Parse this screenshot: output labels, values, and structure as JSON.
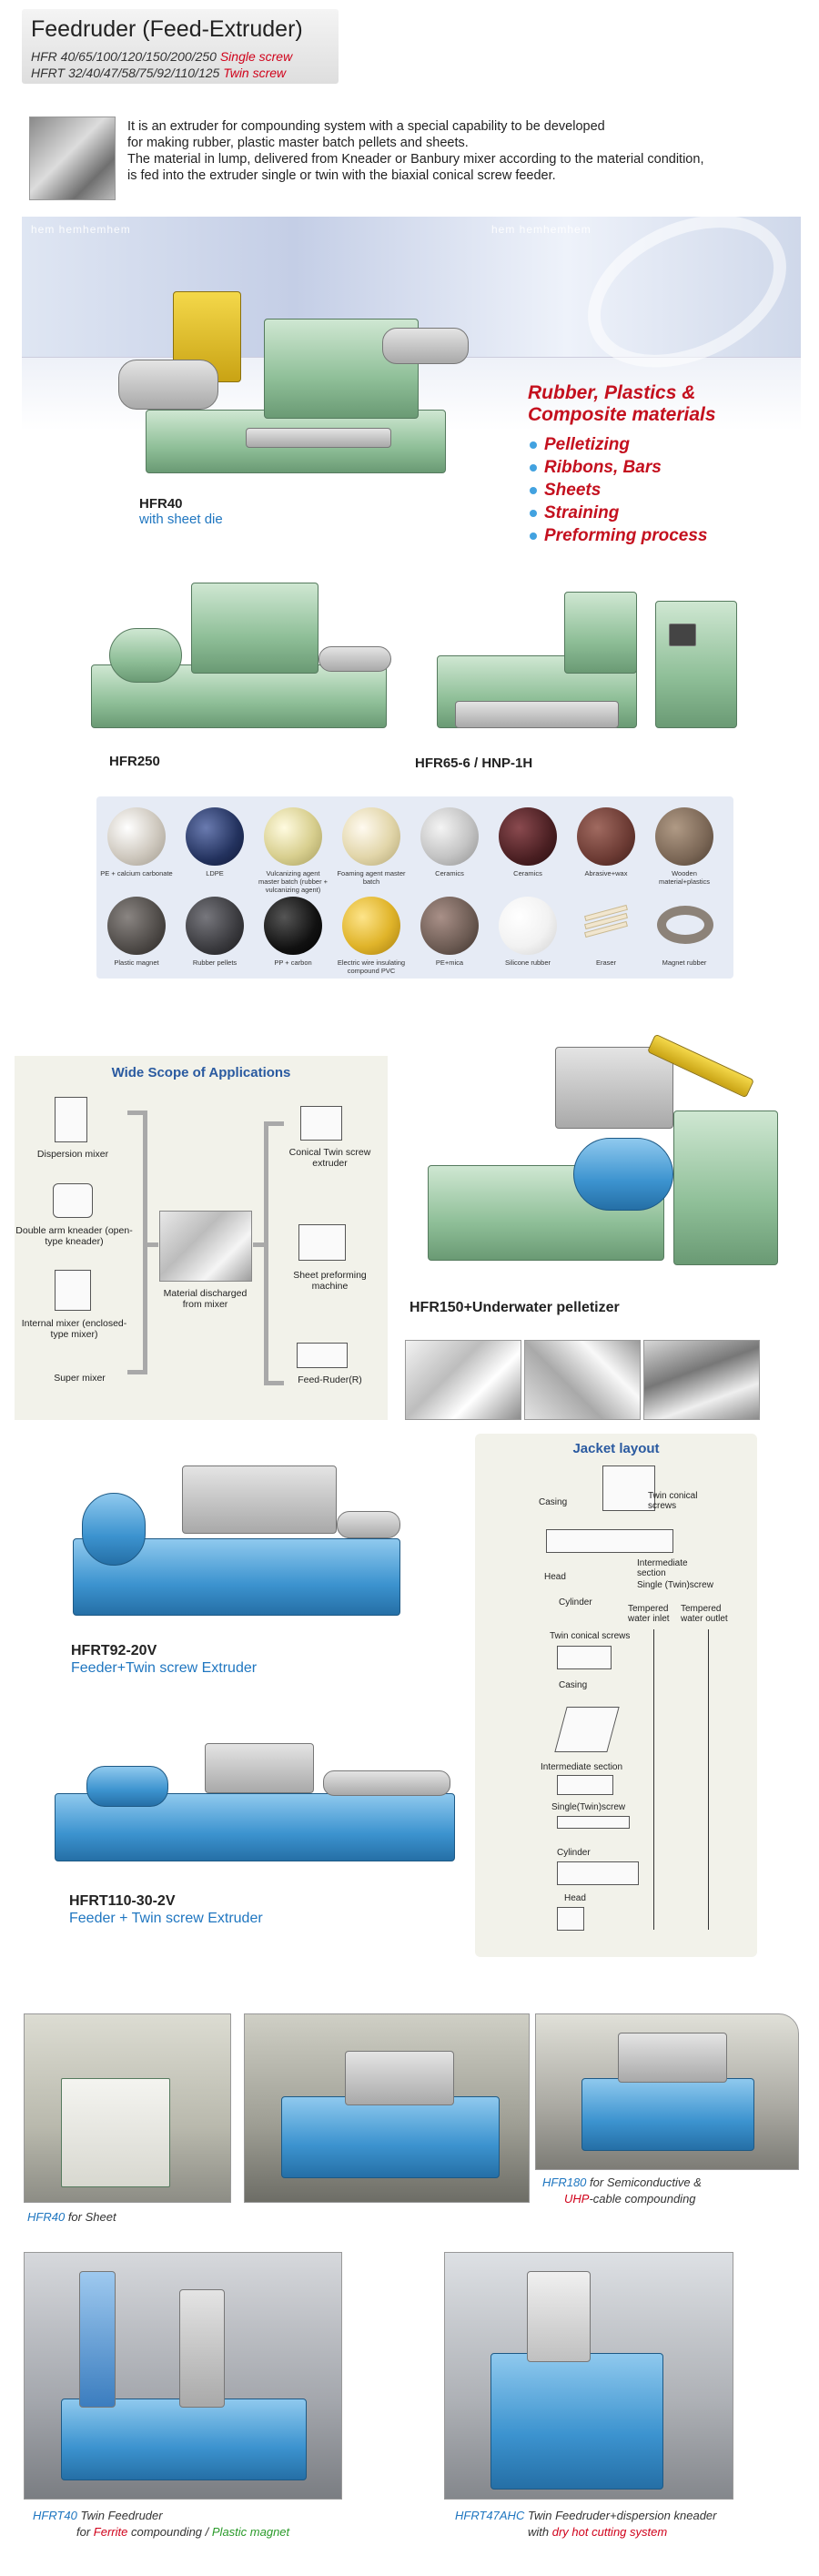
{
  "header": {
    "title": "Feedruder (Feed-Extruder)",
    "single_models": "HFR 40/65/100/120/150/200/250",
    "single_label": "Single screw",
    "twin_models": "HFRT 32/40/47/58/75/92/110/125",
    "twin_label": "Twin screw"
  },
  "intro": {
    "line1": "It is an extruder for compounding system with a special capability to be developed",
    "line2": "for making rubber, plastic master batch pellets and sheets.",
    "line3": "The material in lump, delivered from Kneader or Banbury mixer according to the material condition,",
    "line4": "is fed into the extruder single or twin with the biaxial conical screw feeder."
  },
  "banner": {
    "deco_text": "hem hemhemhem"
  },
  "hero": {
    "machine1_name": "HFR40",
    "machine1_note": "with sheet die",
    "caption_line1": "Rubber, Plastics &",
    "caption_line2": "Composite materials",
    "applications": [
      "Pelletizing",
      "Ribbons, Bars",
      "Sheets",
      "Straining",
      "Preforming process"
    ],
    "machine2_name": "HFR250",
    "machine3_name": "HFR65-6 / HNP-1H"
  },
  "materials": [
    {
      "label": "PE + calcium carbonate",
      "color": "#cfc9bf"
    },
    {
      "label": "LDPE",
      "color": "#23325e"
    },
    {
      "label": "Vulcanizing agent master batch (rubber + vulcanizing agent)",
      "color": "#d8cf8f"
    },
    {
      "label": "Foaming agent master batch",
      "color": "#e2d6aa"
    },
    {
      "label": "Ceramics",
      "color": "#c4c4c4"
    },
    {
      "label": "Ceramics",
      "color": "#4a1f22"
    },
    {
      "label": "Abrasive+wax",
      "color": "#6b3a33"
    },
    {
      "label": "Wooden material+plastics",
      "color": "#7a6655"
    },
    {
      "label": "Plastic magnet",
      "color": "#4e4a47"
    },
    {
      "label": "Rubber pellets",
      "color": "#3a3a3e"
    },
    {
      "label": "PP + carbon",
      "color": "#111111"
    },
    {
      "label": "Electric wire insulating compound PVC",
      "color": "#e0b42a"
    },
    {
      "label": "PE+mica",
      "color": "#6b5a52"
    },
    {
      "label": "Silicone rubber",
      "color": "#f2f2f2"
    },
    {
      "label": "Eraser",
      "color": "#f1e6cf"
    },
    {
      "label": "Magnet rubber",
      "color": "#8c8278"
    }
  ],
  "scope": {
    "title": "Wide Scope of Applications",
    "left_items": [
      "Dispersion mixer",
      "Double arm kneader (open-type kneader)",
      "Internal mixer (enclosed-type mixer)",
      "Super mixer"
    ],
    "center_label": "Material discharged from mixer",
    "right_items": [
      "Conical Twin screw extruder",
      "Sheet preforming machine",
      "Feed-Ruder(R)"
    ]
  },
  "pelletizer": {
    "caption": "HFR150+Underwater pelletizer"
  },
  "twin": {
    "model1": "HFRT92-20V",
    "desc1": "Feeder+Twin screw Extruder",
    "model2": "HFRT110-30-2V",
    "desc2": "Feeder + Twin screw Extruder"
  },
  "jacket": {
    "title": "Jacket layout",
    "labels": {
      "casing": "Casing",
      "twin_conical": "Twin conical screws",
      "intermediate": "Intermediate section",
      "single_twin": "Single (Twin)screw",
      "head": "Head",
      "cylinder": "Cylinder",
      "tempered_inlet": "Tempered water inlet",
      "tempered_outlet": "Tempered water outlet",
      "twin_conical2": "Twin conical screws",
      "casing2": "Casing",
      "intermediate2": "Intermediate section",
      "single_twin2": "Single(Twin)screw",
      "cylinder2": "Cylinder",
      "head2": "Head"
    }
  },
  "gallery": {
    "hfr40_model": "HFR40",
    "hfr40_text": "for Sheet",
    "hfr180_model": "HFR180",
    "hfr180_text1": "for Semiconductive &",
    "hfr180_text2_red": "UHP",
    "hfr180_text2": "-cable  compounding",
    "hfrt40_model": "HFRT40",
    "hfrt40_text1": "Twin Feedruder",
    "hfrt40_text2a": "for",
    "hfrt40_ferrite": "Ferrite",
    "hfrt40_text2b": "compounding /",
    "hfrt40_magnet": "Plastic magnet",
    "hfrt47_model": "HFRT47AHC",
    "hfrt47_text1": "Twin Feedruder+dispersion kneader",
    "hfrt47_text2": "with",
    "hfrt47_red": "dry hot cutting system"
  }
}
